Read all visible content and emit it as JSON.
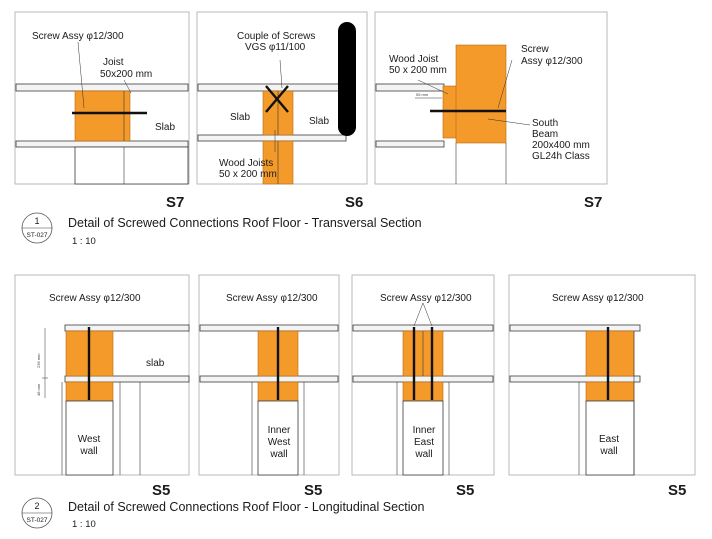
{
  "top_panels": [
    {
      "section": "S7",
      "screw": "Screw  Assy φ12/300",
      "joist": "Joist",
      "joist_dim": "50x200 mm",
      "slab": "Slab"
    },
    {
      "section": "S6",
      "screws": "Couple of Screws",
      "screws_spec": "VGS φ11/100",
      "slab_left": "Slab",
      "slab_right": "Slab",
      "joists": "Wood Joists",
      "joists_dim": "50 x 200 mm"
    },
    {
      "section": "S7",
      "joist": "Wood Joist",
      "joist_dim": "50 x 200 mm",
      "dim": "55 mm",
      "screw": "Screw",
      "screw_spec": "Assy φ12/300",
      "beam_1": "South",
      "beam_2": "Beam",
      "beam_3": "200x400 mm",
      "beam_4": "GL24h Class"
    }
  ],
  "detail_1": {
    "number": "1",
    "sheet": "ST-027",
    "title": "Detail of Screwed Connections Roof Floor - Transversal Section",
    "scale": "1 : 10"
  },
  "bottom_panels": [
    {
      "section": "S5",
      "screw": "Screw Assy φ12/300",
      "slab": "slab",
      "dim_top": "236 mm",
      "dim_bottom": "48 mm",
      "wall_1": "West",
      "wall_2": "wall",
      "wall_3": ""
    },
    {
      "section": "S5",
      "screw": "Screw Assy φ12/300",
      "wall_1": "Inner",
      "wall_2": "West",
      "wall_3": "wall"
    },
    {
      "section": "S5",
      "screw": "Screw Assy φ12/300",
      "wall_1": "Inner",
      "wall_2": "East",
      "wall_3": "wall"
    },
    {
      "section": "S5",
      "screw": "Screw Assy φ12/300",
      "wall_1": "East",
      "wall_2": "wall",
      "wall_3": ""
    }
  ],
  "detail_2": {
    "number": "2",
    "sheet": "ST-027",
    "title": "Detail of Screwed Connections Roof Floor - Longitudinal Section",
    "scale": "1 : 10"
  },
  "colors": {
    "wood": "#f39a2a",
    "screw": "#111111",
    "slab": "#f4f4f4",
    "panel_border": "#b9b9b9"
  }
}
